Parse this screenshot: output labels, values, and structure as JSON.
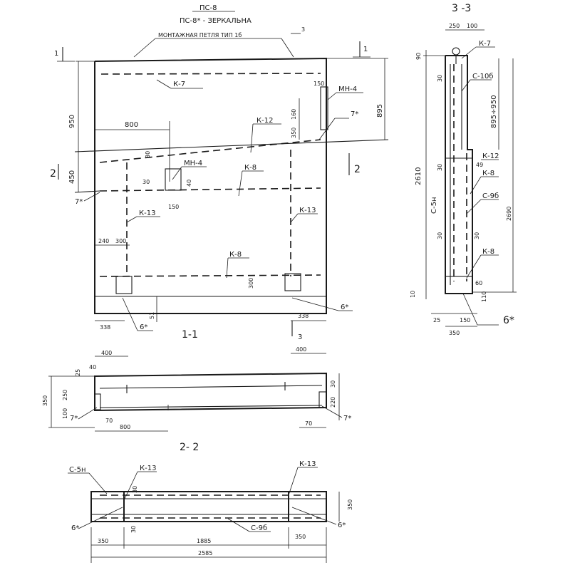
{
  "title": {
    "main": "ПС-8",
    "mirror": "ПС-8* - ЗЕРКАЛЬНА",
    "loop": "МОНТАЖНАЯ ПЕТЛЯ ТИП 1б",
    "loop_section": "3"
  },
  "sections": {
    "s11": "1-1",
    "s22": "2- 2",
    "s33": "3 -3",
    "cut1": "1",
    "cut2": "2",
    "cut3": "3"
  },
  "elevation": {
    "labels": {
      "k7": "К-7",
      "mn4_right": "МН-4",
      "mn4_left": "МН-4",
      "k12": "К-12",
      "k8_upper": "К-8",
      "k8_lower": "К-8",
      "k13_left": "К-13",
      "k13_right": "К-13",
      "sev_right": "7*",
      "sev_left": "7*",
      "six_left": "6*",
      "six_right": "6*"
    },
    "dims": {
      "d950": "950",
      "d450": "450",
      "d800": "800",
      "d895": "895",
      "d150": "150",
      "d160": "160",
      "d350": "350",
      "d30a": "30",
      "d30b": "30",
      "d40": "40",
      "d150b": "150",
      "d240": "240",
      "d300": "300",
      "d300b": "300",
      "d338a": "338",
      "d338b": "338",
      "d51": "51"
    }
  },
  "section22": {
    "labels": {
      "sev_left": "7*",
      "sev_right": "7*"
    },
    "dims": {
      "d400a": "400",
      "d400b": "400",
      "d25": "25",
      "d40": "40",
      "d350": "350",
      "d250": "250",
      "d100": "100",
      "d30": "30",
      "d220": "220",
      "d70a": "70",
      "d70b": "70",
      "d800": "800"
    }
  },
  "plan": {
    "labels": {
      "c5n": "С-5н",
      "k13_left": "К-13",
      "k13_right": "К-13",
      "c9b": "С-9б",
      "six_left": "6*",
      "six_right": "6*"
    },
    "dims": {
      "d350a": "350",
      "d1885": "1885",
      "d350b": "350",
      "d2585": "2585",
      "d350v": "350",
      "d30": "30",
      "d30v": "30"
    }
  },
  "section33": {
    "labels": {
      "k7": "К-7",
      "c10b": "С-10б",
      "k12": "К-12",
      "k8_top": "К-8",
      "c9b": "С-9б",
      "c5n": "С-5н",
      "k8_bot": "К-8",
      "six": "6*"
    },
    "dims": {
      "d250": "250",
      "d100": "100",
      "d90": "90",
      "d30a": "30",
      "d895_950": "895÷950",
      "d2610": "2610",
      "d2690": "2690",
      "d49": "49",
      "d30b": "30",
      "d30c": "30",
      "d30d": "30",
      "d60": "60",
      "d10": "10",
      "d110": "110",
      "d25": "25",
      "d150": "150",
      "d350": "350"
    }
  }
}
